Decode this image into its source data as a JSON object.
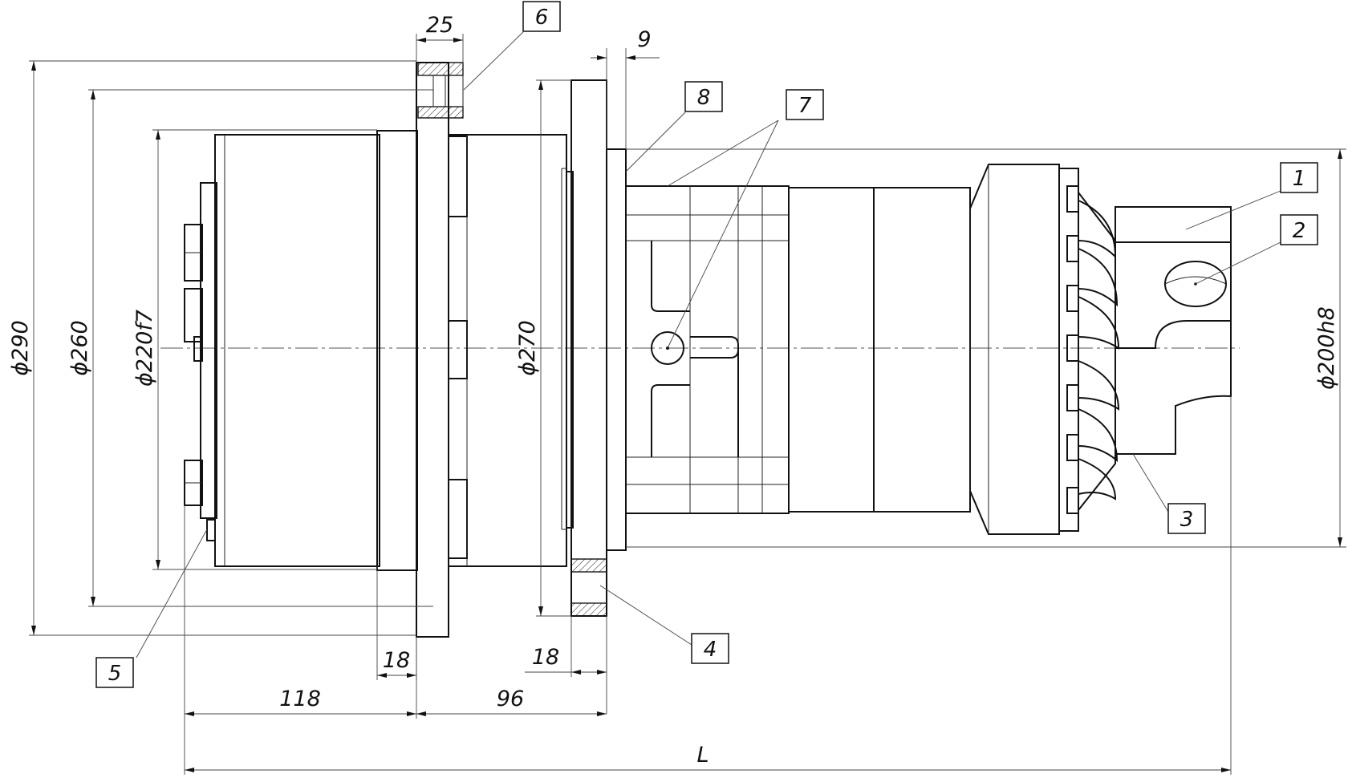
{
  "dimensions": {
    "d290": "ϕ290",
    "d260": "ϕ260",
    "d220": "ϕ220f7",
    "d270": "ϕ270",
    "d200": "ϕ200h8",
    "w25": "25",
    "w9": "9",
    "w18a": "18",
    "w18b": "18",
    "w118": "118",
    "w96": "96",
    "wL": "L"
  },
  "callouts": [
    "1",
    "2",
    "3",
    "4",
    "5",
    "6",
    "7",
    "8"
  ],
  "colors": {
    "line": "#111111",
    "background": "#ffffff"
  }
}
